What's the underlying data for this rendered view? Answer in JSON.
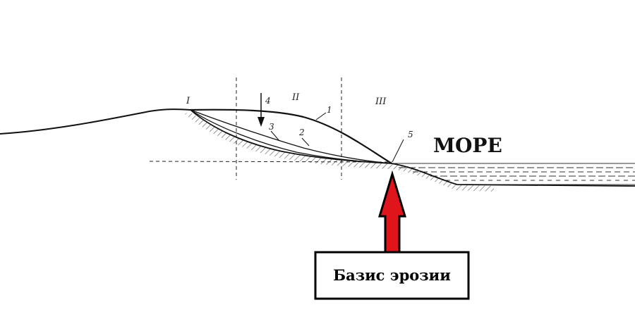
{
  "diagram": {
    "zones": {
      "zone_1": "I",
      "zone_2": "II",
      "zone_3": "III"
    },
    "curves": {
      "curve_1": "1",
      "curve_2": "2",
      "curve_3": "3",
      "arrow_4": "4",
      "point_5": "5"
    },
    "sea_label": "МОРЕ",
    "base_label": "Базис эрозии",
    "colors": {
      "arrow_fill": "#e0141b",
      "line": "#111111",
      "background": "#ffffff"
    }
  }
}
